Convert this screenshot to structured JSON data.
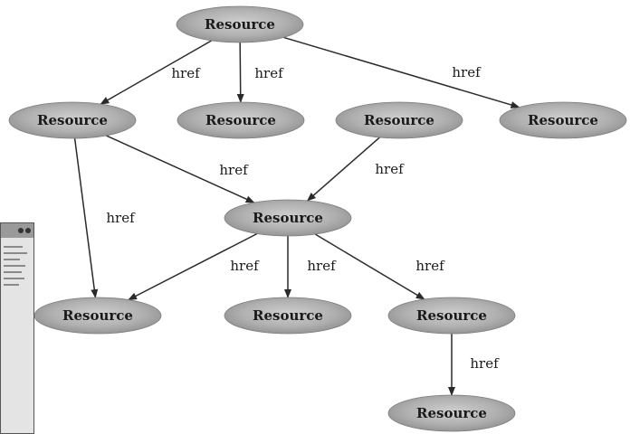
{
  "graph": {
    "nodes": [
      {
        "id": "n0",
        "label": "Resource"
      },
      {
        "id": "n1",
        "label": "Resource"
      },
      {
        "id": "n2",
        "label": "Resource"
      },
      {
        "id": "n3",
        "label": "Resource"
      },
      {
        "id": "n4",
        "label": "Resource"
      },
      {
        "id": "n5",
        "label": "Resource"
      },
      {
        "id": "n6",
        "label": "Resource"
      },
      {
        "id": "n7",
        "label": "Resource"
      },
      {
        "id": "n8",
        "label": "Resource"
      },
      {
        "id": "n9",
        "label": "Resource"
      }
    ],
    "edges": [
      {
        "from": "n0",
        "to": "n1",
        "label": "href"
      },
      {
        "from": "n0",
        "to": "n2",
        "label": "href"
      },
      {
        "from": "n0",
        "to": "n4",
        "label": "href"
      },
      {
        "from": "n1",
        "to": "n5",
        "label": "href"
      },
      {
        "from": "n3",
        "to": "n5",
        "label": "href"
      },
      {
        "from": "n1",
        "to": "n6",
        "label": "href"
      },
      {
        "from": "n5",
        "to": "n6",
        "label": "href"
      },
      {
        "from": "n5",
        "to": "n7",
        "label": "href"
      },
      {
        "from": "n5",
        "to": "n8",
        "label": "href"
      },
      {
        "from": "n8",
        "to": "n9",
        "label": "href"
      }
    ]
  },
  "colors": {
    "node_fill_light": "#c4c4c4",
    "node_fill_dark": "#8e8e8e",
    "edge": "#2a2a2a",
    "text": "#1a1a1a"
  },
  "thumbnail_icon": "window-thumbnail"
}
